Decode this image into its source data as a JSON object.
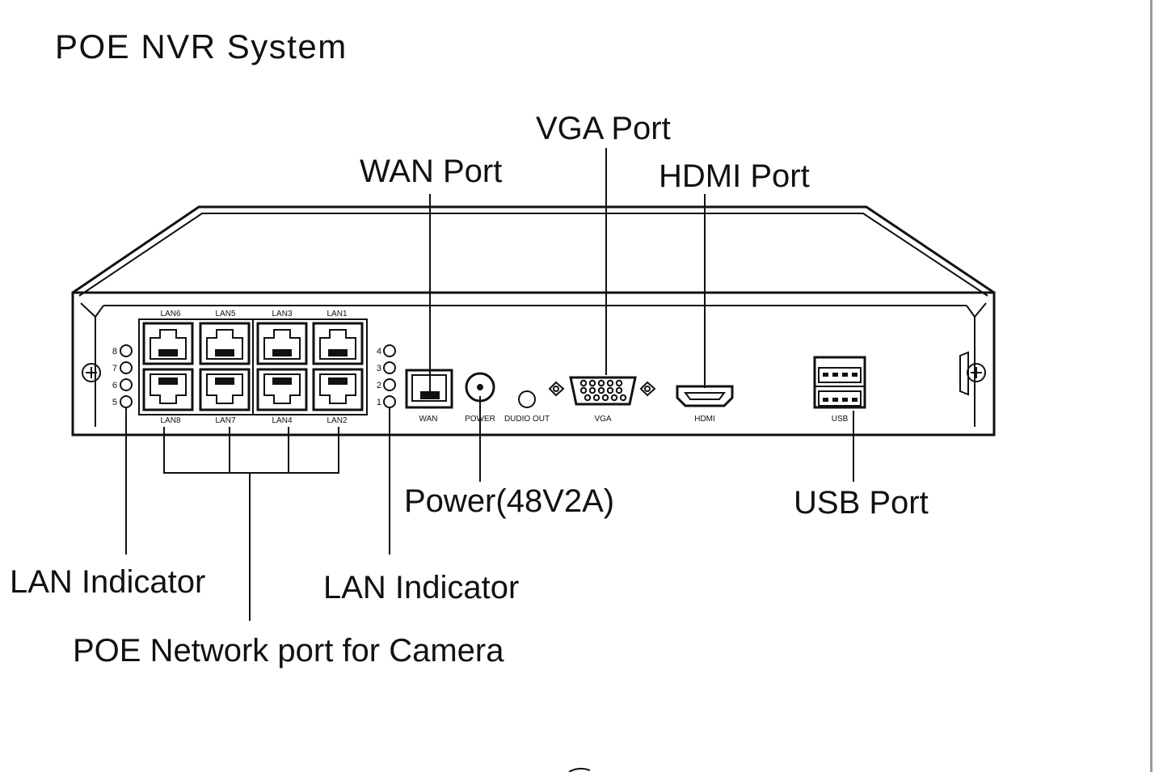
{
  "title": "POE NVR System",
  "callouts": {
    "vga": "VGA Port",
    "wan": "WAN Port",
    "hdmi": "HDMI Port",
    "power": "Power(48V2A)",
    "usb": "USB Port",
    "lan_indicator_left": "LAN Indicator",
    "lan_indicator_right": "LAN Indicator",
    "poe": "POE Network port for Camera"
  },
  "panel": {
    "lan_top": [
      "LAN6",
      "LAN5",
      "LAN3",
      "LAN1"
    ],
    "lan_bottom": [
      "LAN8",
      "LAN7",
      "LAN4",
      "LAN2"
    ],
    "leds_left": [
      "8",
      "7",
      "6",
      "5"
    ],
    "leds_right": [
      "4",
      "3",
      "2",
      "1"
    ],
    "wan": "WAN",
    "power": "POWER",
    "audio_out": "DUDIO OUT",
    "vga": "VGA",
    "hdmi": "HDMI",
    "usb": "USB"
  },
  "colors": {
    "ink": "#111111",
    "background": "#ffffff",
    "rule": "#9a9a9a"
  }
}
